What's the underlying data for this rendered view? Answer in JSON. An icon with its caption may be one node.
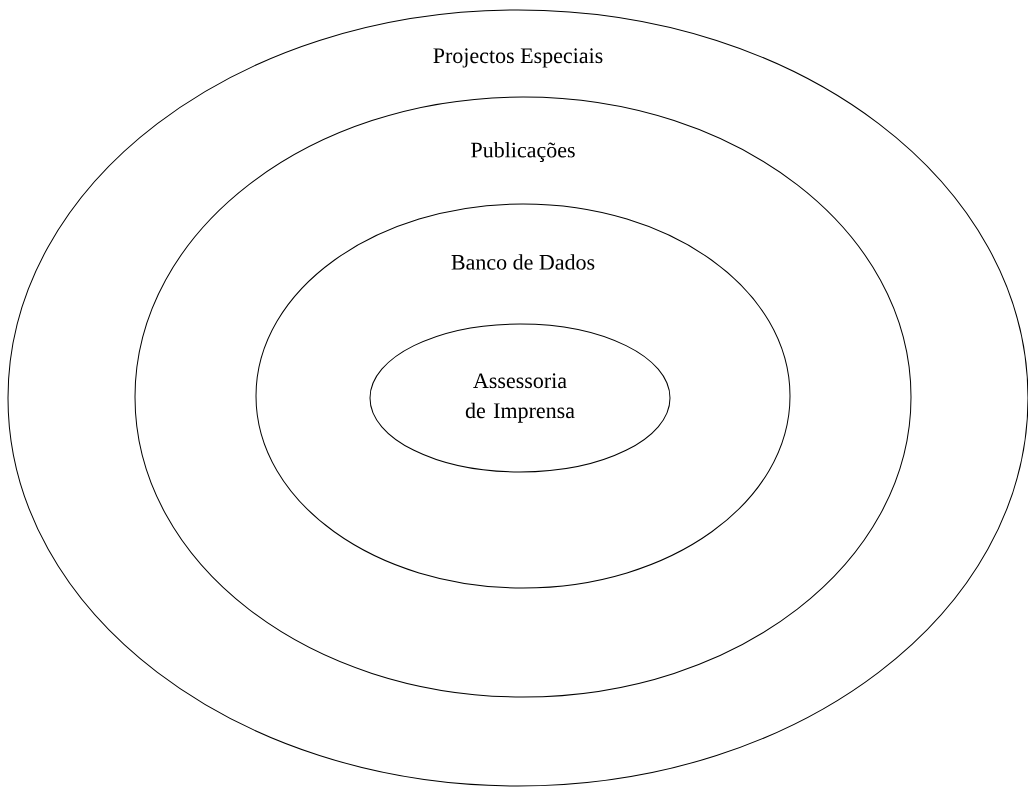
{
  "diagram": {
    "nodes": [
      {
        "text": [
          "Projectos Especiais"
        ]
      },
      {
        "text": [
          "Publicações"
        ],
        "in": 0
      },
      {
        "text": [
          "Banco de Dados"
        ],
        "in": 1
      },
      {
        "text": [
          "Assessoria de Imprensa"
        ],
        "in": 2
      }
    ]
  }
}
